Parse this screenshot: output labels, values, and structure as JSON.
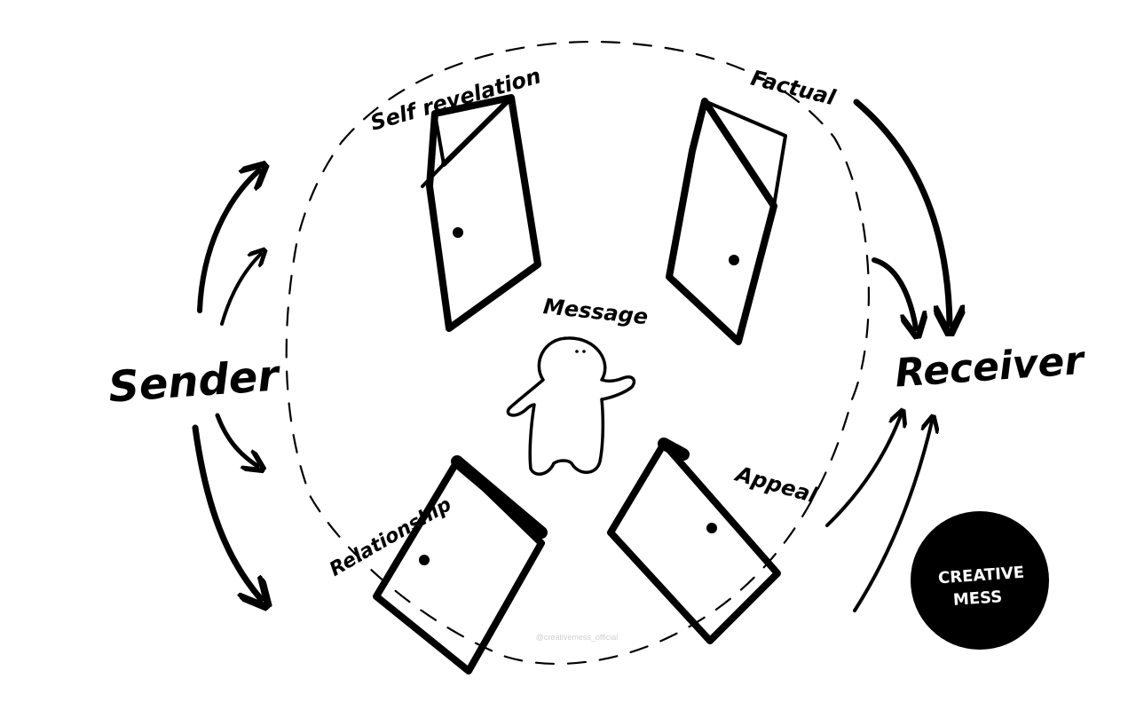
{
  "labels": {
    "sender": "Sender",
    "receiver": "Receiver",
    "message": "Message",
    "self_revelation": "Self revelation",
    "factual": "Factual",
    "relationship": "Relationship",
    "appeal": "Appeal"
  },
  "logo": {
    "line1": "CREATIVE",
    "line2": "MESS"
  },
  "watermark": "@creativemess_official"
}
